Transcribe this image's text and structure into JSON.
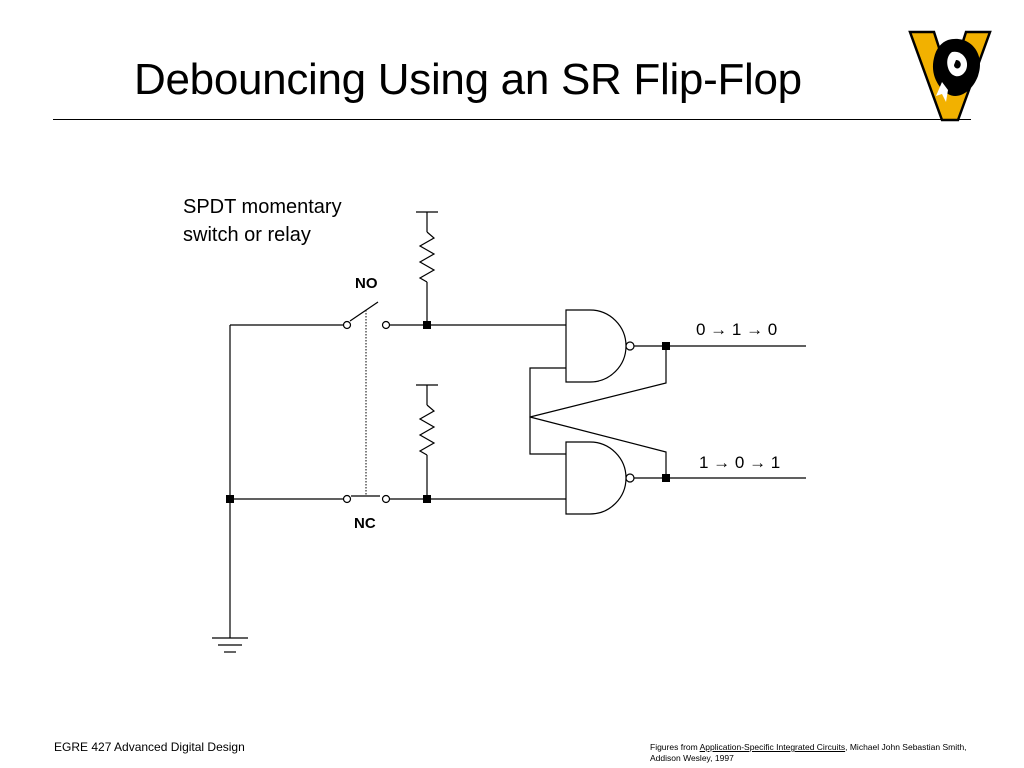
{
  "slide": {
    "title": "Debouncing Using an SR Flip-Flop"
  },
  "logo": {
    "icon": "vcu-ram-logo-icon",
    "colors": {
      "gold": "#f2b100",
      "black": "#000000"
    }
  },
  "diagram": {
    "caption_line1": "SPDT momentary",
    "caption_line2": "switch or relay",
    "no_label": "NO",
    "nc_label": "NC",
    "top_output": "0 → 1 → 0",
    "bottom_output": "1 → 0 → 1"
  },
  "footer": {
    "course": "EGRE 427 Advanced Digital Design",
    "credit_prefix": "Figures from ",
    "credit_book": "Application-Specific Integrated Circuits",
    "credit_suffix": ", Michael John Sebastian Smith, Addison Wesley, 1997"
  }
}
